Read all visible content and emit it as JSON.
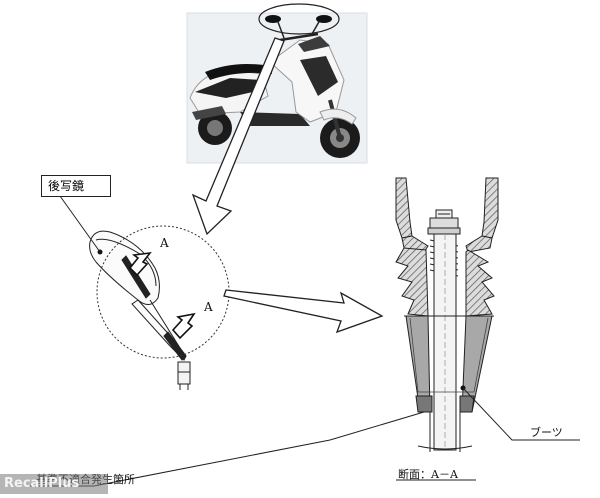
{
  "labels": {
    "mirror_box": "後写鏡",
    "section_marker_top": "A",
    "section_marker_bottom": "A",
    "boot": "ブーツ",
    "section_caption": "断面：A－A",
    "defect_location": "基準不適合発生箇所"
  },
  "watermark": "RecallPlus",
  "colors": {
    "line": "#222222",
    "photo_bg": "#e9edf1",
    "scooter_body": "#f4f4f4",
    "scooter_dark": "#1c1c1c",
    "boot_fill": "#9a9a9a"
  }
}
